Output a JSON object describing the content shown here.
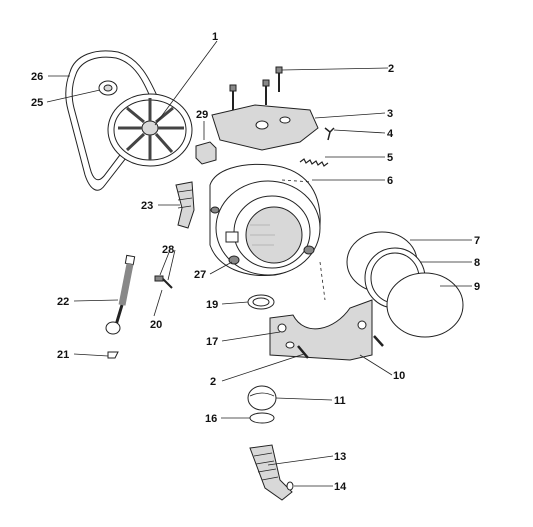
{
  "callouts": [
    {
      "id": "c1",
      "text": "1"
    },
    {
      "id": "c2a",
      "text": "2"
    },
    {
      "id": "c3",
      "text": "3"
    },
    {
      "id": "c4",
      "text": "4"
    },
    {
      "id": "c5",
      "text": "5"
    },
    {
      "id": "c6",
      "text": "6"
    },
    {
      "id": "c7",
      "text": "7"
    },
    {
      "id": "c8",
      "text": "8"
    },
    {
      "id": "c9",
      "text": "9"
    },
    {
      "id": "c10",
      "text": "10"
    },
    {
      "id": "c11",
      "text": "11"
    },
    {
      "id": "c13",
      "text": "13"
    },
    {
      "id": "c14",
      "text": "14"
    },
    {
      "id": "c16",
      "text": "16"
    },
    {
      "id": "c17",
      "text": "17"
    },
    {
      "id": "c2b",
      "text": "2"
    },
    {
      "id": "c19",
      "text": "19"
    },
    {
      "id": "c20",
      "text": "20"
    },
    {
      "id": "c21",
      "text": "21"
    },
    {
      "id": "c22",
      "text": "22"
    },
    {
      "id": "c23",
      "text": "23"
    },
    {
      "id": "c25",
      "text": "25"
    },
    {
      "id": "c26",
      "text": "26"
    },
    {
      "id": "c27",
      "text": "27"
    },
    {
      "id": "c28",
      "text": "28"
    },
    {
      "id": "c29",
      "text": "29"
    }
  ]
}
